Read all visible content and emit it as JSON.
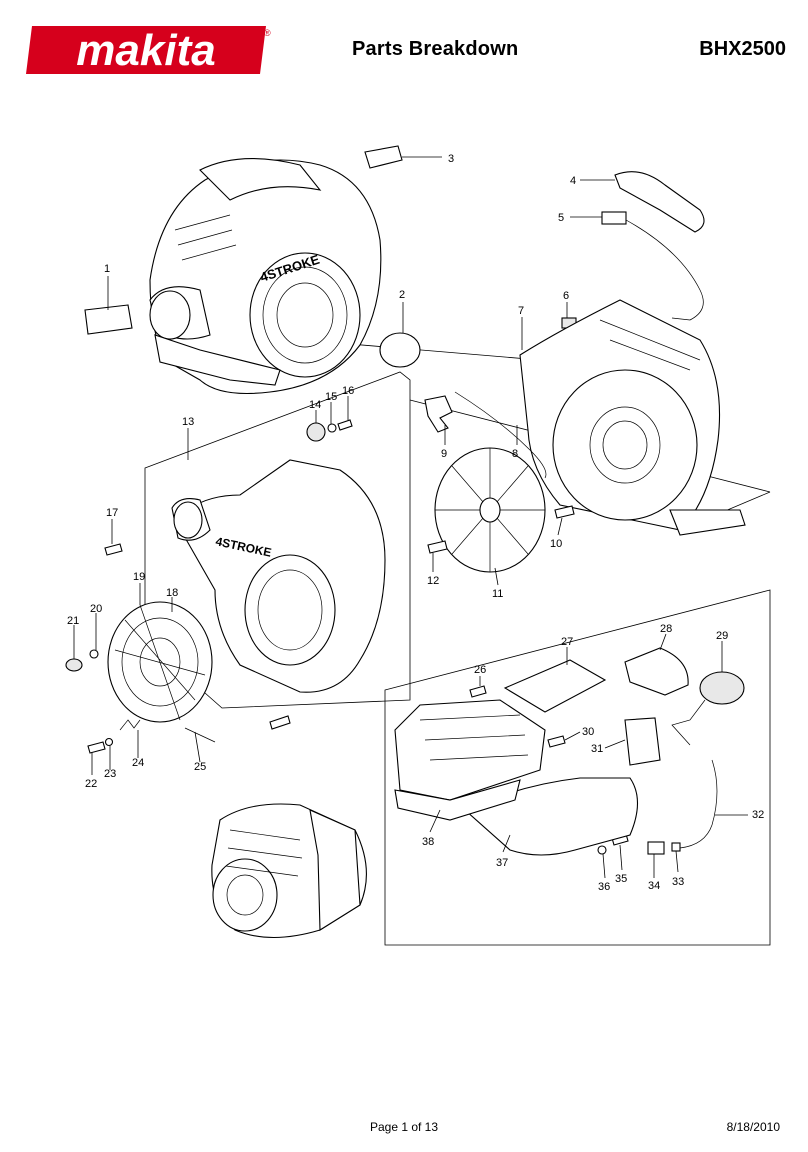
{
  "brand": "makita",
  "brand_mark": "®",
  "header": {
    "title": "Parts Breakdown",
    "model": "BHX2500"
  },
  "footer": {
    "page": "Page 1 of 13",
    "date": "8/18/2010"
  },
  "colors": {
    "brand_red": "#d6001c",
    "ink": "#000000",
    "paper": "#ffffff"
  },
  "callouts": [
    "1",
    "2",
    "3",
    "4",
    "5",
    "6",
    "7",
    "8",
    "9",
    "10",
    "11",
    "12",
    "13",
    "14",
    "15",
    "16",
    "17",
    "18",
    "19",
    "20",
    "21",
    "22",
    "23",
    "24",
    "25",
    "26",
    "27",
    "28",
    "29",
    "30",
    "31",
    "32",
    "33",
    "34",
    "35",
    "36",
    "37",
    "38"
  ],
  "decals": {
    "main_housing": "4STROKE",
    "blower_housing": "4STROKE"
  }
}
